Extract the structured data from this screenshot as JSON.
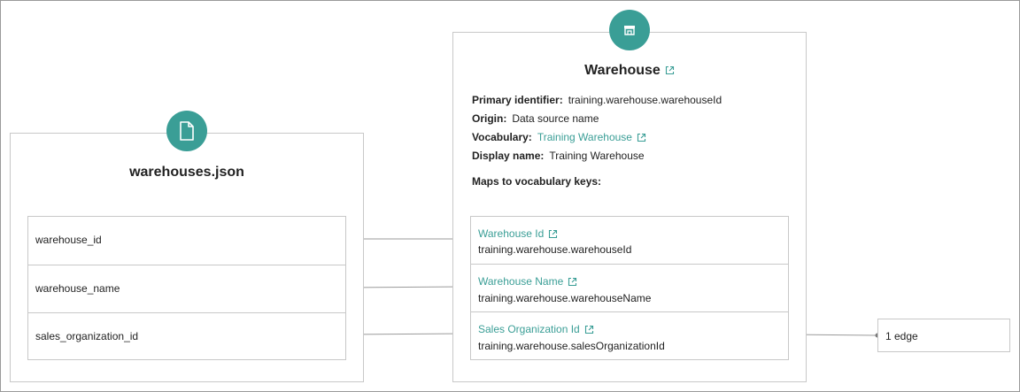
{
  "source": {
    "title": "warehouses.json",
    "icon": "file-icon",
    "fields": [
      "warehouse_id",
      "warehouse_name",
      "sales_organization_id"
    ]
  },
  "entity": {
    "title": "Warehouse",
    "icon": "storefront-icon",
    "primary_identifier_label": "Primary identifier:",
    "primary_identifier_value": "training.warehouse.warehouseId",
    "origin_label": "Origin:",
    "origin_value": "Data source name",
    "vocabulary_label": "Vocabulary:",
    "vocabulary_value": "Training Warehouse",
    "display_name_label": "Display name:",
    "display_name_value": "Training Warehouse",
    "maps_label": "Maps to vocabulary keys:",
    "keys": [
      {
        "name": "Warehouse Id",
        "path": "training.warehouse.warehouseId"
      },
      {
        "name": "Warehouse Name",
        "path": "training.warehouse.warehouseName"
      },
      {
        "name": "Sales Organization Id",
        "path": "training.warehouse.salesOrganizationId"
      }
    ]
  },
  "edge": {
    "label": "1 edge"
  },
  "colors": {
    "accent": "#3a9e96",
    "border": "#c8c8c8",
    "wire": "#9a9a9a"
  }
}
